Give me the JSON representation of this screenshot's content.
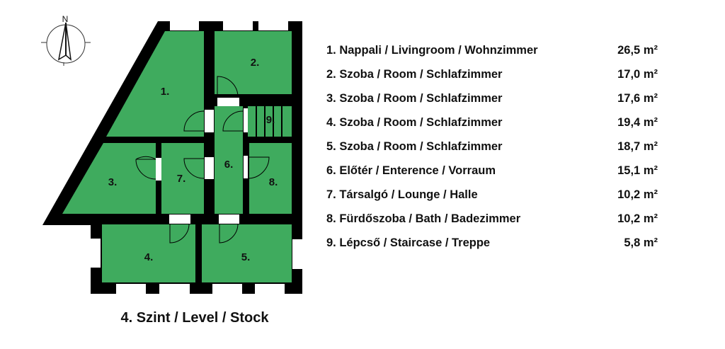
{
  "compass": {
    "label": "N",
    "icon": "north-arrow-icon"
  },
  "floor_plan": {
    "room_color": "#3fab5e",
    "room_labels": [
      "1.",
      "2.",
      "3.",
      "4.",
      "5.",
      "6.",
      "7.",
      "8.",
      "9."
    ]
  },
  "legend": [
    {
      "name": "1. Nappali / Livingroom / Wohnzimmer",
      "area": "26,5 m²"
    },
    {
      "name": "2. Szoba / Room / Schlafzimmer",
      "area": "17,0 m²"
    },
    {
      "name": "3. Szoba / Room / Schlafzimmer",
      "area": "17,6 m²"
    },
    {
      "name": "4. Szoba / Room / Schlafzimmer",
      "area": "19,4 m²"
    },
    {
      "name": "5. Szoba / Room / Schlafzimmer",
      "area": "18,7 m²"
    },
    {
      "name": "6. Előtér / Enterence / Vorraum",
      "area": "15,1 m²"
    },
    {
      "name": "7. Társalgó / Lounge / Halle",
      "area": "10,2 m²"
    },
    {
      "name": "8. Fürdőszoba / Bath / Badezimmer",
      "area": "10,2 m²"
    },
    {
      "name": "9. Lépcső / Staircase / Treppe",
      "area": "5,8 m²"
    }
  ],
  "title": "4. Szint / Level / Stock"
}
